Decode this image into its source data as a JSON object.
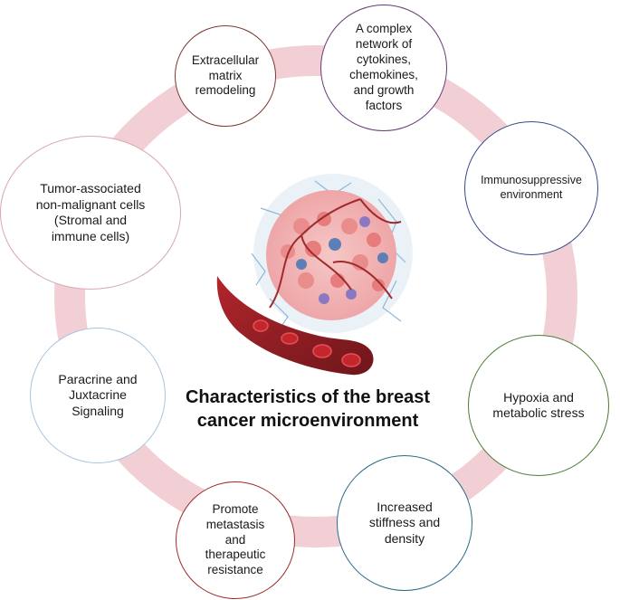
{
  "title": "Characteristics of the breast\ncancer microenvironment",
  "nodes": [
    {
      "text": "Extracellular\nmatrix\nremodeling",
      "color": "#7a3a33"
    },
    {
      "text": "A complex\nnetwork of\ncytokines,\nchemokines,\nand growth\nfactors",
      "color": "#6a3a7a"
    },
    {
      "text": "Immunosuppressive\nenvironment",
      "color": "#3a4a8a"
    },
    {
      "text": "Tumor-associated\nnon-malignant cells\n(Stromal and\nimmune cells)",
      "color": "#d7a7b0"
    },
    {
      "text": "Paracrine and\nJuxtacrine\nSignaling",
      "color": "#a9c3dd"
    },
    {
      "text": "Hypoxia and\nmetabolic stress",
      "color": "#4a7a34"
    },
    {
      "text": "Promote\nmetastasis\nand\ntherapeutic\nresistance",
      "color": "#9a2a2a"
    },
    {
      "text": "Increased\nstiffness and\ndensity",
      "color": "#2a6a8a"
    }
  ],
  "colors": {
    "ring": "#f2cfd4",
    "vessel": "#8a1f24",
    "tumor": "#f4b8b8",
    "stroma": "#8fb8d8"
  }
}
